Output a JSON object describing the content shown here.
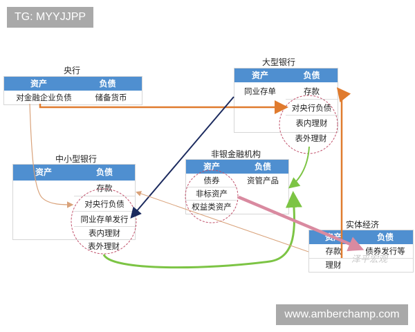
{
  "badges": {
    "top": "TG: MYYJJPP",
    "bottom": "www.amberchamp.com"
  },
  "headers": {
    "asset": "资产",
    "liability": "负债"
  },
  "central_bank": {
    "title": "央行",
    "assets": [
      "对金融企业负债"
    ],
    "liabilities": [
      "储备货币"
    ]
  },
  "large_bank": {
    "title": "大型银行",
    "assets": [
      "同业存单"
    ],
    "liabilities": [
      "存款",
      "对央行负债",
      "表内理财",
      "表外理财"
    ]
  },
  "nonbank": {
    "title": "非银金融机构",
    "assets": [
      "债券",
      "非标资产",
      "权益类资产"
    ],
    "liabilities": [
      "资管产品"
    ]
  },
  "small_bank": {
    "title": "中小型银行",
    "assets": [],
    "liabilities": [
      "存款",
      "对央行负债",
      "同业存单发行",
      "表内理财",
      "表外理财"
    ]
  },
  "real_economy": {
    "title": "实体经济",
    "assets": [
      "存款",
      "理财"
    ],
    "liabilities": [
      "债券发行等"
    ]
  },
  "watermark": "泽平宏观",
  "colors": {
    "header": "#4f8fd0",
    "orange": "#e07b2e",
    "navy": "#1b2a5e",
    "green": "#7cc444",
    "pink": "#d98aa0",
    "tan": "#d9a27a",
    "circle": "#c0506a"
  }
}
